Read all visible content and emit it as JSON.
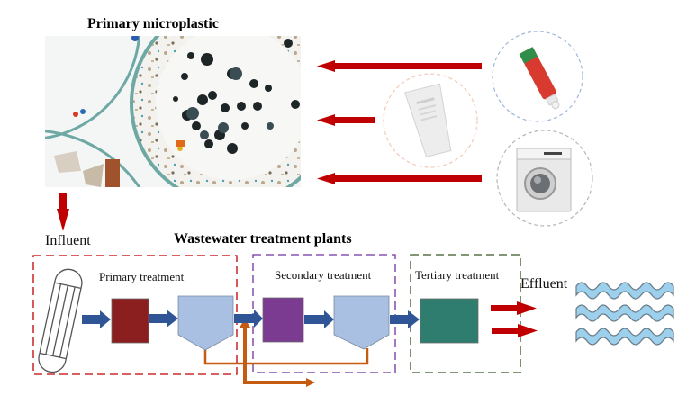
{
  "titles": {
    "primary_microplastic": "Primary microplastic",
    "wwtp": "Wastewater treatment plants"
  },
  "labels": {
    "influent": "Influent",
    "effluent": "Effluent",
    "primary_treatment": "Primary treatment",
    "secondary_treatment": "Secondary treatment",
    "tertiary_treatment": "Tertiary treatment"
  },
  "sources": [
    {
      "name": "toothpaste",
      "ring_color": "#9fb7dc"
    },
    {
      "name": "facial-cleanser",
      "ring_color": "#f0c9b8"
    },
    {
      "name": "washing-machine",
      "ring_color": "#b5b5b5"
    }
  ],
  "colors": {
    "red_arrow": "#c00000",
    "blue_arrow": "#2f5597",
    "orange_sludge": "#c55a11",
    "primary_box": "#8b1e1e",
    "secondary_box": "#7a3b91",
    "tertiary_box": "#2e7d6e",
    "clarifier": "#a9c0e2",
    "primary_border": "#c00000",
    "secondary_border": "#7030a0",
    "tertiary_border": "#375623",
    "water": "#9dd0ec"
  }
}
